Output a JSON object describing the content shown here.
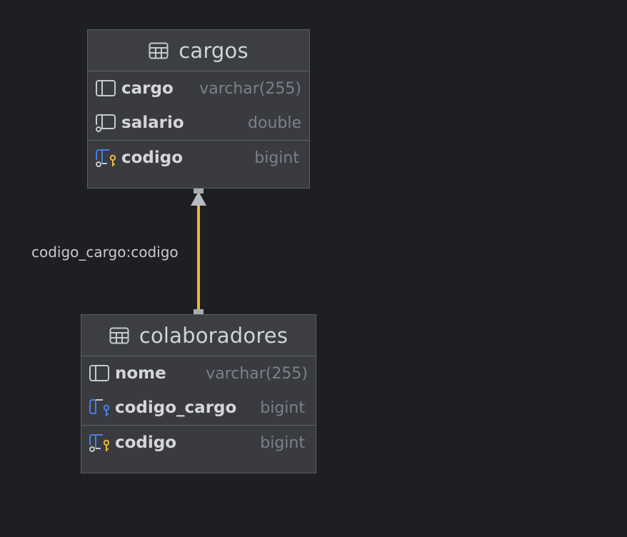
{
  "tables": {
    "cargos": {
      "name": "cargos",
      "columns": [
        {
          "name": "cargo",
          "type": "varchar(255)",
          "icon": "column-icon"
        },
        {
          "name": "salario",
          "type": "double",
          "icon": "nullable-column-icon"
        }
      ],
      "keys": [
        {
          "name": "codigo",
          "type": "bigint",
          "icon": "primary-key-icon"
        }
      ]
    },
    "colaboradores": {
      "name": "colaboradores",
      "columns": [
        {
          "name": "nome",
          "type": "varchar(255)",
          "icon": "column-icon"
        },
        {
          "name": "codigo_cargo",
          "type": "bigint",
          "icon": "foreign-key-icon"
        }
      ],
      "keys": [
        {
          "name": "codigo",
          "type": "bigint",
          "icon": "primary-key-icon"
        }
      ]
    }
  },
  "relation": {
    "label": "codigo_cargo:codigo",
    "color": "#e6b83a"
  },
  "colors": {
    "background": "#1e1f22",
    "key_gold": "#e6b83a",
    "fk_blue": "#4a7fe0"
  }
}
